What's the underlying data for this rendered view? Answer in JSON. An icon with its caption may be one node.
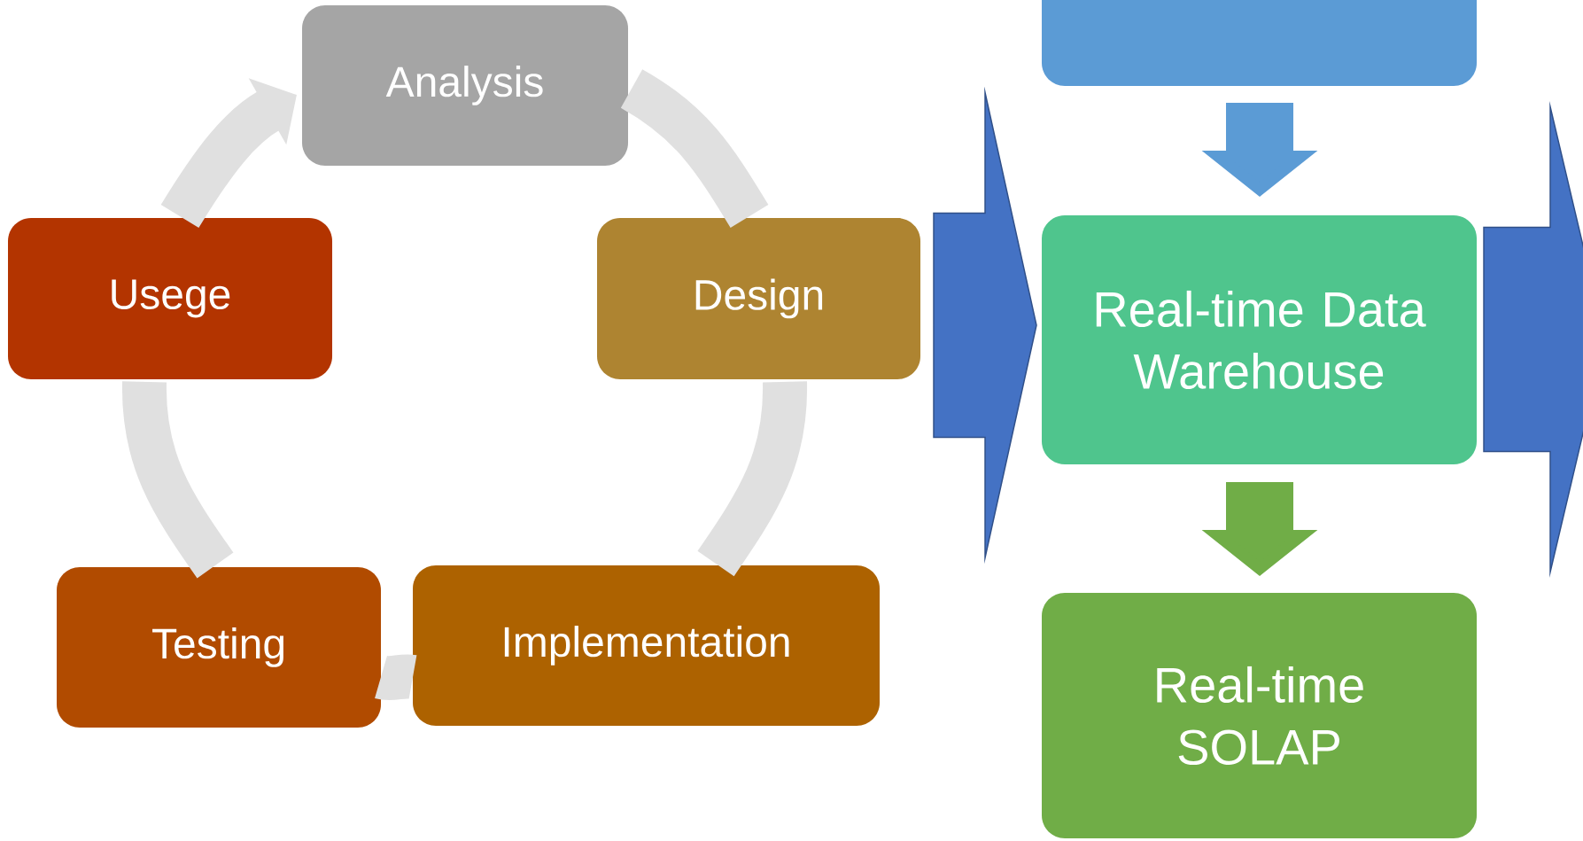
{
  "diagram": {
    "nodes": [
      {
        "text": [
          "Analysis"
        ]
      },
      {
        "text": [
          "Design"
        ]
      },
      {
        "text": [
          "Implementation"
        ]
      },
      {
        "text": [
          "Testing"
        ]
      },
      {
        "text": [
          "Usege"
        ]
      },
      {
        "text": [],
        "shape": "box"
      },
      {
        "text": [
          "Real-time Data Warehouse"
        ]
      },
      {
        "text": [
          "Real-time SOLAP"
        ]
      }
    ],
    "edges": [
      {
        "from": 0,
        "to": 1,
        "arrow": "none"
      },
      {
        "from": 1,
        "to": 2,
        "arrow": "none"
      },
      {
        "from": 2,
        "to": 3,
        "arrow": "none"
      },
      {
        "from": 3,
        "to": 4,
        "arrow": "none"
      },
      {
        "from": 4,
        "to": 0,
        "arrow": "to"
      },
      {
        "from": 5,
        "to": 6,
        "arrow": "to",
        "color": "#5b9bd5"
      },
      {
        "from": 6,
        "to": 7,
        "arrow": "to",
        "color": "#70ad47"
      },
      {
        "from": null,
        "to": 6,
        "arrow": "to",
        "color": "#4472c4",
        "style": "thick"
      },
      {
        "from": 6,
        "to": null,
        "arrow": "to",
        "color": "#4472c4",
        "style": "thick"
      }
    ]
  }
}
